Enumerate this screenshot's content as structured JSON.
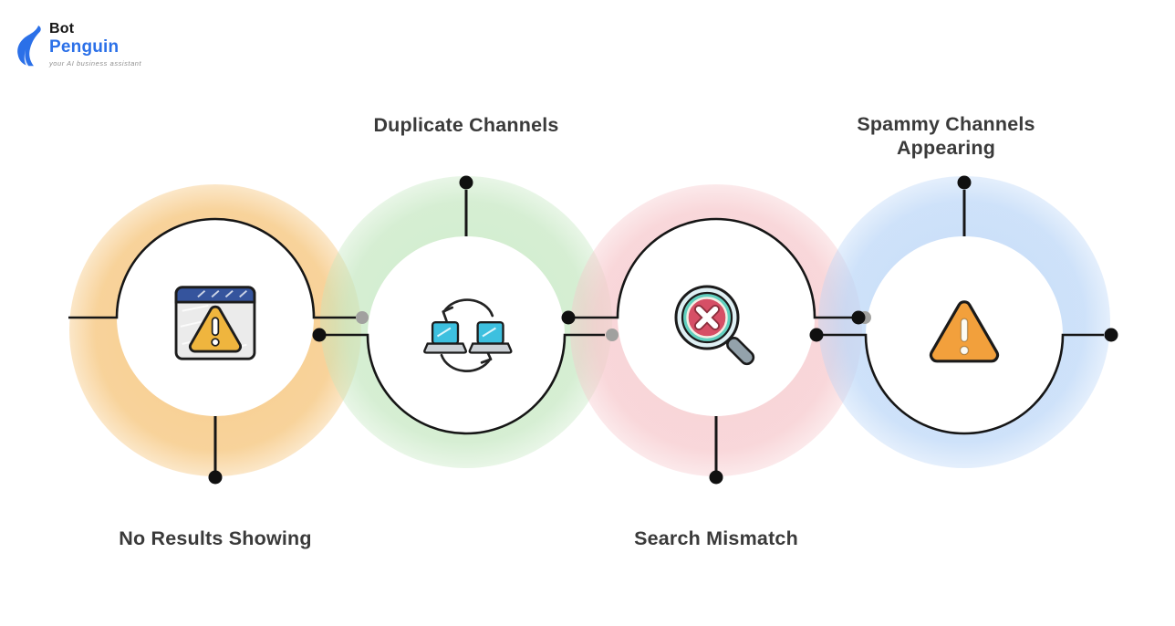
{
  "logo": {
    "line1": "Bot",
    "line2": "Penguin",
    "tagline": "your AI business assistant",
    "brand_color": "#2b70e8"
  },
  "diagram": {
    "type": "process-infographic",
    "nodes": [
      {
        "label": "No Results Showing",
        "icon": "browser-warning-icon",
        "glow_color": "#f5c070",
        "label_position": "below"
      },
      {
        "label": "Duplicate Channels",
        "icon": "sync-laptops-icon",
        "glow_color": "#c4e7c0",
        "label_position": "above"
      },
      {
        "label": "Search Mismatch",
        "icon": "search-error-icon",
        "glow_color": "#f6c6ca",
        "label_position": "below"
      },
      {
        "label": "Spammy Channels Appearing",
        "icon": "warning-triangle-icon",
        "glow_color": "#b9d5f7",
        "label_position": "above"
      }
    ],
    "connector_colors": {
      "line": "#161616",
      "dot_black": "#101010",
      "dot_gray": "#a1a19f"
    }
  }
}
